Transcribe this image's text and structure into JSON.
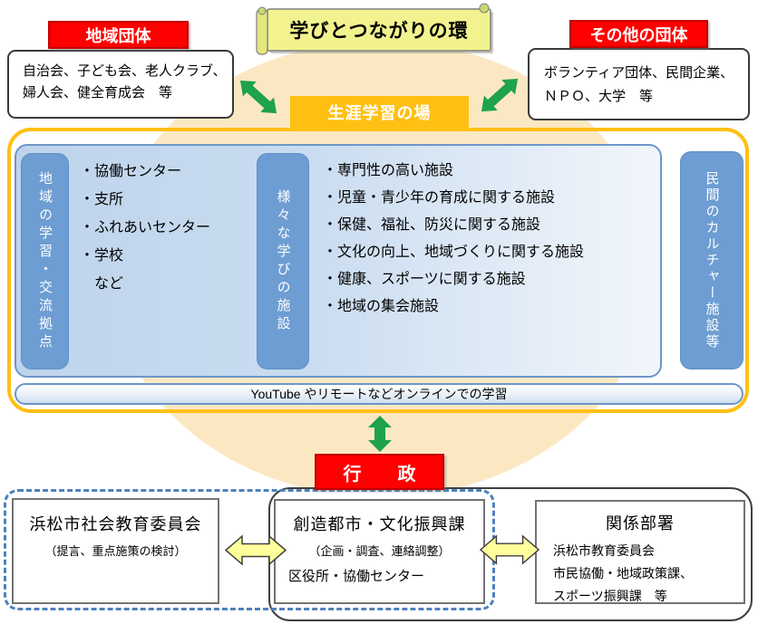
{
  "title": {
    "text": "学びとつながりの環"
  },
  "colors": {
    "accent_red": "#FE0000",
    "accent_orange": "#FFC013",
    "bar_blue": "#6D9DD2",
    "panel_blue": "#C9DCF0",
    "ellipse_cream": "#FBE8C3",
    "arrow_green": "#1EA24B",
    "arrow_yellow": "#FFFF9C",
    "dashed_blue": "#4E81BD",
    "scroll_yellow": "#F2F28E"
  },
  "top_left": {
    "label": "地域団体",
    "lines": [
      "自治会、子ども会、老人クラブ、",
      "婦人会、健全育成会　等"
    ]
  },
  "top_right": {
    "label": "その他の団体",
    "lines": [
      "ボランティア団体、民間企業、",
      "ＮＰＯ、大学　等"
    ]
  },
  "center": {
    "label": "生涯学習の場",
    "left_bar": "地域の学習・交流拠点",
    "left_items": [
      "・協働センター",
      "・支所",
      "・ふれあいセンター",
      "・学校",
      "　など"
    ],
    "middle_bar": "様々な学びの施設",
    "middle_items": [
      "・専門性の高い施設",
      "・児童・青少年の育成に関する施設",
      "・保健、福祉、防災に関する施設",
      "・文化の向上、地域づくりに関する施設",
      "・健康、スポーツに関する施設",
      "・地域の集会施設"
    ],
    "right_bar": "民間のカルチャー施設等",
    "online_strip": "YouTube やリモートなどオンラインでの学習"
  },
  "government": {
    "label": "行　　政"
  },
  "bottom": {
    "committee_box": {
      "title": "浜松市社会教育委員会",
      "subtitle": "（提言、重点施策の検討）"
    },
    "division_box": {
      "title": "創造都市・文化振興課",
      "subtitle": "（企画・調査、連絡調整）",
      "line3": "区役所・協働センター"
    },
    "departments_box": {
      "title": "関係部署",
      "lines": [
        "浜松市教育委員会",
        "市民協働・地域政策課、",
        "スポーツ振興課　等"
      ]
    }
  }
}
